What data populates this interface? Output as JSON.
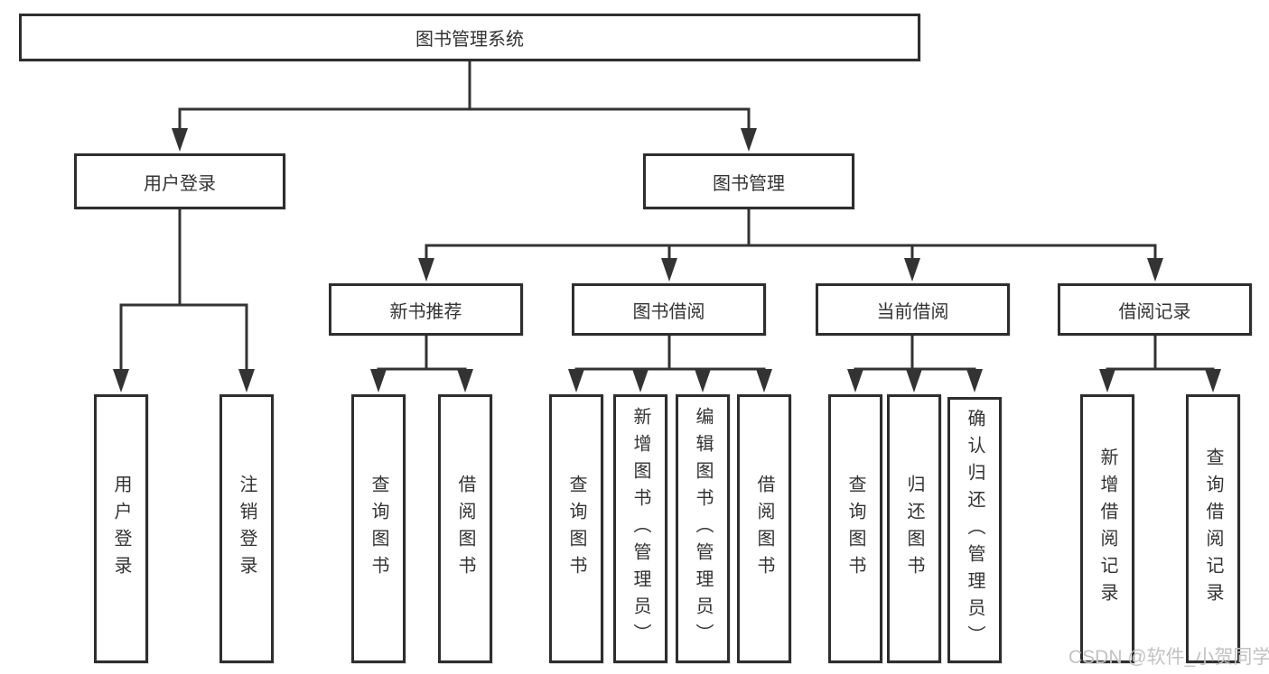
{
  "diagram_type": "hierarchy-tree",
  "tree": {
    "label": "图书管理系统",
    "children": [
      {
        "label": "用户登录",
        "children": [
          {
            "label": "用户登录"
          },
          {
            "label": "注销登录"
          }
        ]
      },
      {
        "label": "图书管理",
        "children": [
          {
            "label": "新书推荐",
            "children": [
              {
                "label": "查询图书"
              },
              {
                "label": "借阅图书"
              }
            ]
          },
          {
            "label": "图书借阅",
            "children": [
              {
                "label": "查询图书"
              },
              {
                "label": "新增图书（管理员）"
              },
              {
                "label": "编辑图书（管理员）"
              },
              {
                "label": "借阅图书"
              }
            ]
          },
          {
            "label": "当前借阅",
            "children": [
              {
                "label": "查询图书"
              },
              {
                "label": "归还图书"
              },
              {
                "label": "确认归还（管理员）"
              }
            ]
          },
          {
            "label": "借阅记录",
            "children": [
              {
                "label": "新增借阅记录"
              },
              {
                "label": "查询借阅记录"
              }
            ]
          }
        ]
      }
    ]
  },
  "watermark": {
    "text": "CSDN @软件_小贺同学"
  },
  "colors": {
    "background": "#ffffff",
    "box_border": "#2e2e2e",
    "connector_line": "#333333",
    "text": "#333333",
    "watermark_text": "#c2c2c2"
  }
}
